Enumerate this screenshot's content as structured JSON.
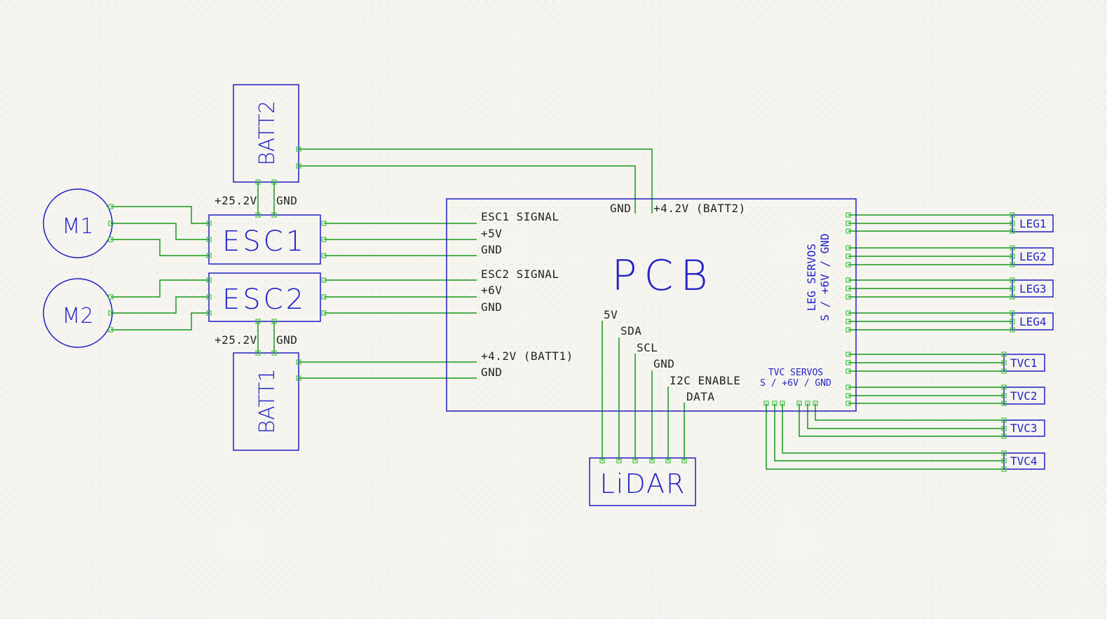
{
  "colors": {
    "background": "#f5f4ef",
    "component": "#1f1fc4",
    "wire": "#17991a",
    "pin": "#3fbf3f",
    "label": "#222222"
  },
  "components": {
    "batt2": "BATT2",
    "batt1": "BATT1",
    "esc1": "ESC1",
    "esc2": "ESC2",
    "m1": "M1",
    "m2": "M2",
    "pcb": "PCB",
    "lidar": "LiDAR",
    "legs": [
      "LEG1",
      "LEG2",
      "LEG3",
      "LEG4"
    ],
    "tvcs": [
      "TVC1",
      "TVC2",
      "TVC3",
      "TVC4"
    ]
  },
  "labels": {
    "batt2_plus": "+25.2V",
    "batt2_gnd": "GND",
    "batt1_plus": "+25.2V",
    "batt1_gnd": "GND",
    "esc1_signal": "ESC1 SIGNAL",
    "esc1_5v": "+5V",
    "esc1_gnd": "GND",
    "esc2_signal": "ESC2 SIGNAL",
    "esc2_6v": "+6V",
    "esc2_gnd": "GND",
    "batt1_4v": "+4.2V (BATT1)",
    "batt1_pcb_gnd": "GND",
    "batt2_pcb_gnd": "GND",
    "batt2_4v": "+4.2V (BATT2)",
    "lidar_5v": "5V",
    "lidar_sda": "SDA",
    "lidar_scl": "SCL",
    "lidar_gnd": "GND",
    "lidar_i2c": "I2C ENABLE",
    "lidar_data": "DATA",
    "leg_servos": "LEG SERVOS",
    "leg_servos_pins": "S / +6V / GND",
    "tvc_servos": "TVC SERVOS",
    "tvc_servos_pins": "S / +6V / GND"
  }
}
